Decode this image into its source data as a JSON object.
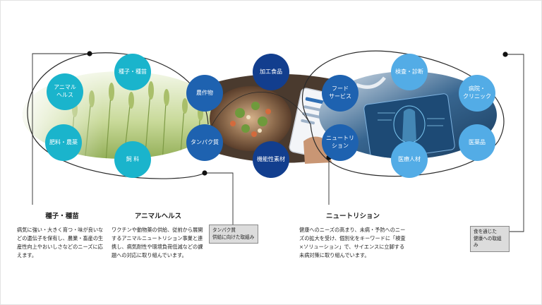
{
  "circles": {
    "animal_health": "アニマル\nヘルス",
    "seeds": "種子・種苗",
    "fertilizer": "肥料・農薬",
    "feed": "飼 料",
    "crops": "農作物",
    "protein": "タンパク質",
    "processed_food": "加工食品",
    "functional_material": "機能性素材",
    "food_service": "フード\nサービス",
    "nutrition": "ニュートリ\nション",
    "testing": "検査・診断",
    "hospital": "病院・\nクリニック",
    "medical_staff": "医療人材",
    "pharma": "医薬品"
  },
  "blocks": {
    "seeds": {
      "title": "種子・種苗",
      "body": "病気に強い・大きく育つ・味が良いなどの遺伝子を保有し、農業・畜産の生産性向上やおいしさなどのニーズに応えます。"
    },
    "animal": {
      "title": "アニマルヘルス",
      "body": "ワクチンや動物薬の供給、従前から展開するアニマルニュートリション事業と連携し、病気耐性や環境負荷低減などの課題への対応に取り組んでいます。"
    },
    "nutrition": {
      "title": "ニュートリション",
      "body": "健康へのニーズの高まり、未病・予防へのニーズの拡大を受け、個別化をキーワードに「検査×ソリューション」で、サイエンスに立脚する未病対策に取り組んでいます。"
    }
  },
  "tags": {
    "protein": "タンパク質\n供給に向けた取組み",
    "health": "食を通じた\n健康への取組み"
  },
  "colors": {
    "teal": "#1ab4cc",
    "blue": "#1e62b0",
    "dark_navy": "#123e8e",
    "sky": "#53ace6"
  }
}
